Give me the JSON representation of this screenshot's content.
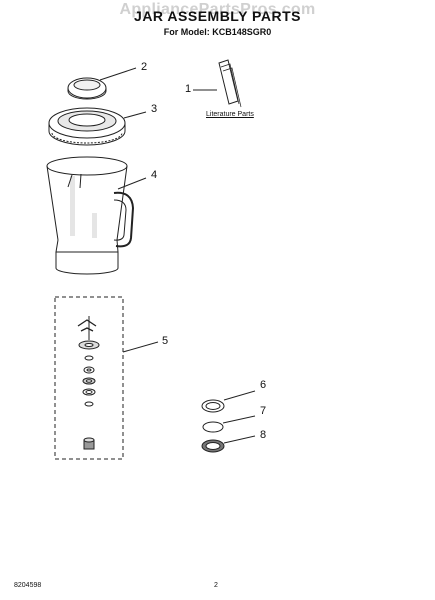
{
  "watermark": "AppliancePartsPros.com",
  "title": "JAR ASSEMBLY PARTS",
  "subtitle": "For Model: KCB148SGR0",
  "literature_caption": "Literature Parts",
  "callouts": [
    "1",
    "2",
    "3",
    "4",
    "5",
    "6",
    "7",
    "8"
  ],
  "footer": {
    "doc_number": "8204598",
    "page_number": "2"
  }
}
